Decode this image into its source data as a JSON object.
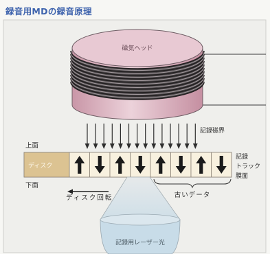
{
  "title": "録音用MDの録音原理",
  "head_label": "磁気ヘッド",
  "field_label": "記録磁界",
  "top_face_label": "上面",
  "bottom_face_label": "下面",
  "disc_label": "ディスク",
  "track_label": [
    "記録",
    "トラック",
    "膜面"
  ],
  "rotation_label": "ディスク回転",
  "old_data_label": "古いデータ",
  "laser_label": "記録用レーザー光",
  "magnetization": [
    1,
    -1,
    1,
    -1,
    1,
    -1,
    1,
    -1
  ],
  "colors": {
    "title": "#3e63ad",
    "head": "#e8c9d3",
    "coil": "#4e4a4c",
    "disc": "#f4ead2",
    "laser": "#c8dce8"
  }
}
